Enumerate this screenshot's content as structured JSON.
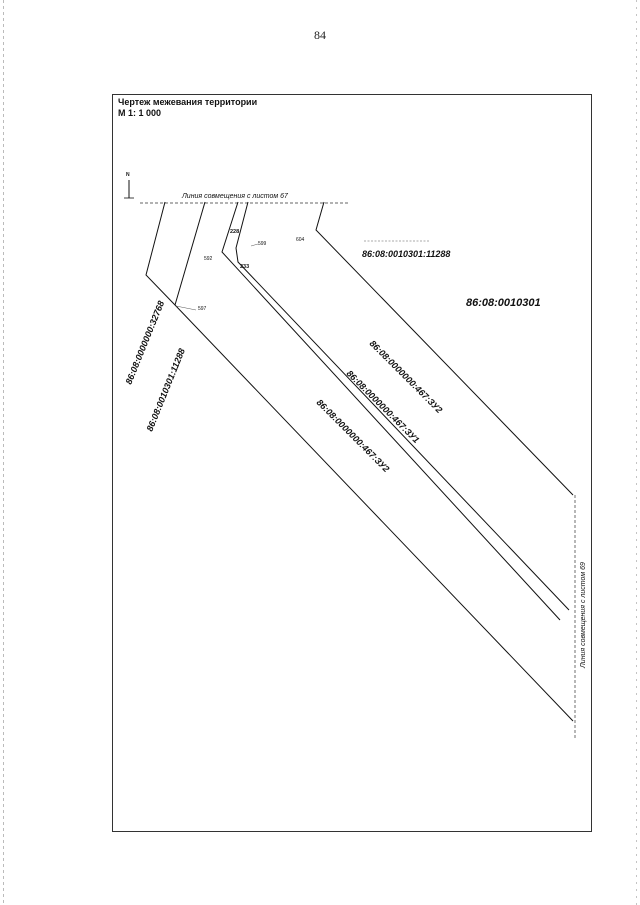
{
  "page": {
    "number": "84"
  },
  "drawing": {
    "title": "Чертеж межевания территории",
    "scale": "М 1: 1 000"
  },
  "north_arrow": {
    "label": "N",
    "icon": "north-arrow-icon"
  },
  "match_lines": {
    "top": "Линия совмещения с листом 67",
    "right": "Линия совмещения с листом 69"
  },
  "cadastral_labels": {
    "parcel_11288_top": "86:08:0010301:11288",
    "quarter": "86:08:0010301",
    "zu2_upper": "86:08:0000000:467:ЗУ2",
    "zu1": "86:08:0000000:467:ЗУ1",
    "zu2_lower": "86:08:0000000:467:ЗУ2",
    "parcel_32768": "86:08:0000000:32768",
    "parcel_11288_left": "86:08:0010301:11288"
  },
  "points": {
    "p228": "228",
    "p599": "599",
    "p604": "604",
    "p592": "592",
    "p233": "233",
    "p597": "597"
  },
  "colors": {
    "line": "#111111",
    "frame": "#333333",
    "paper": "#ffffff"
  }
}
